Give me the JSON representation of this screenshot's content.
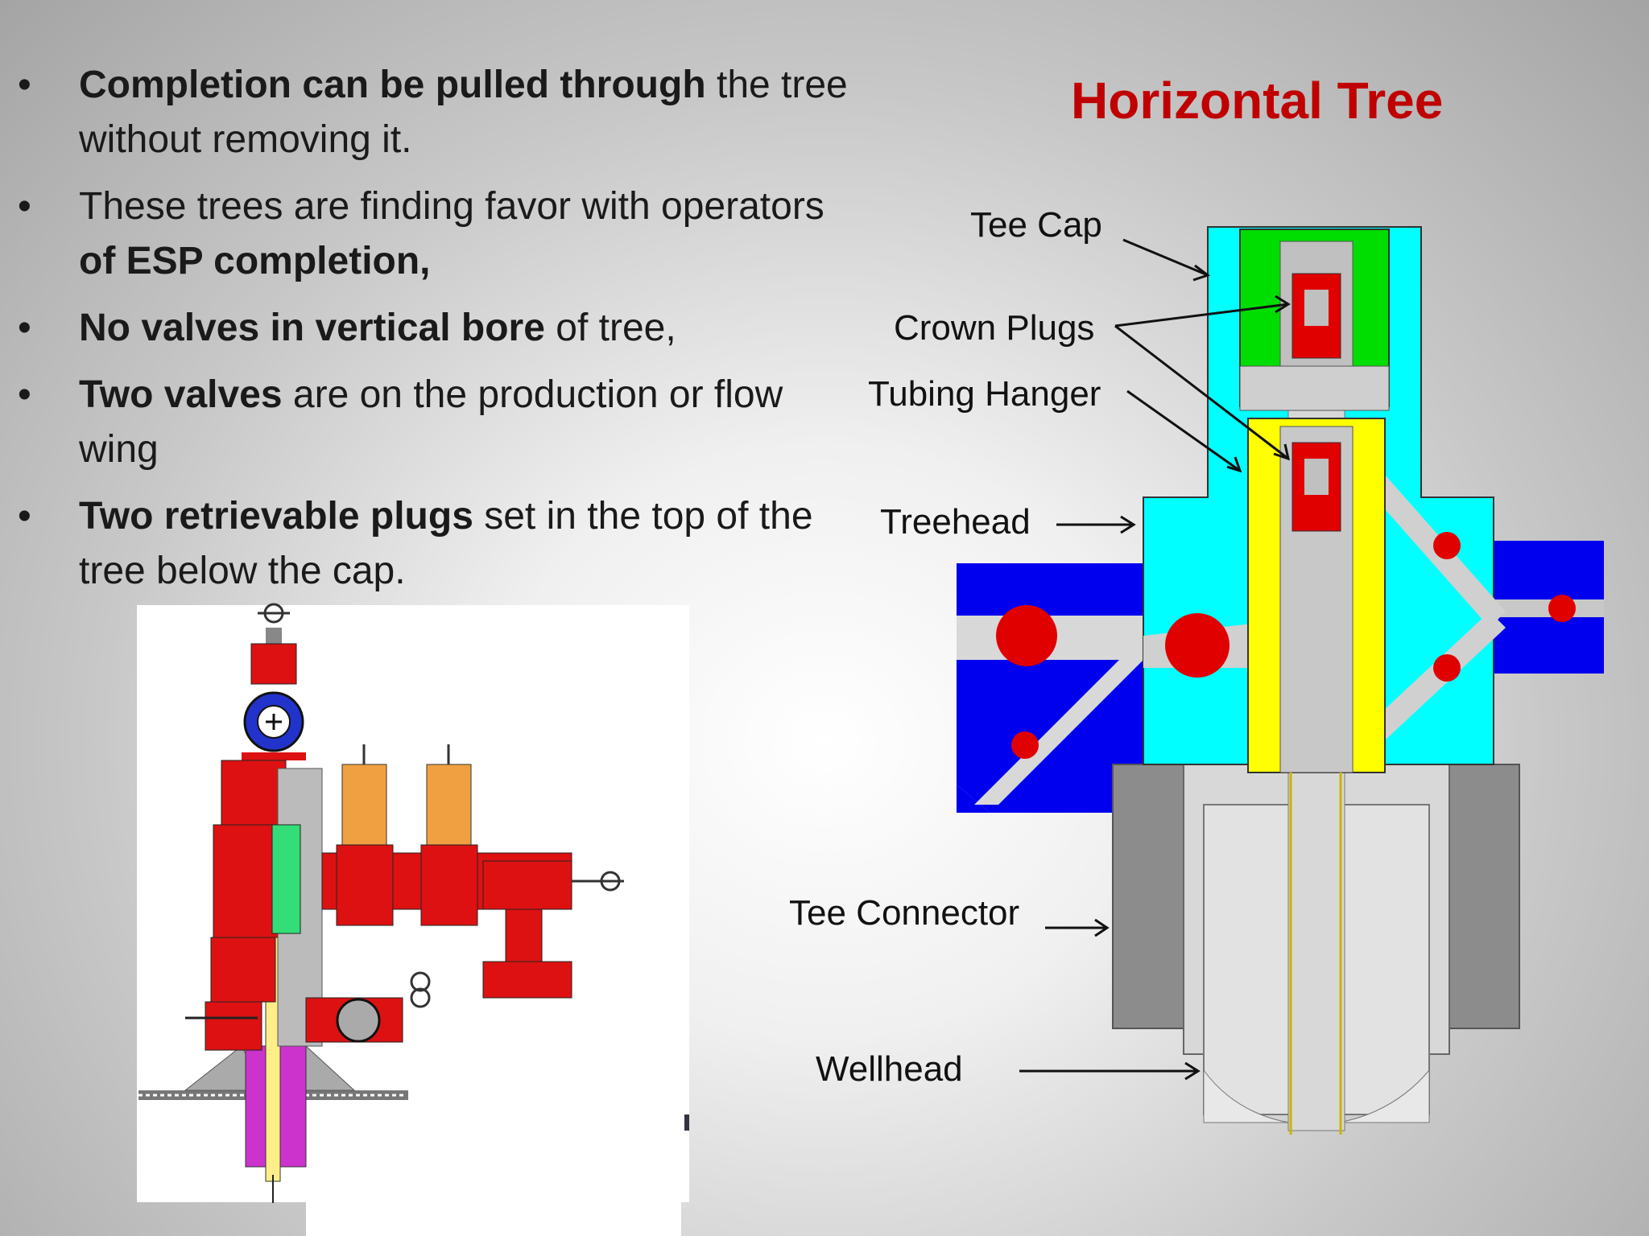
{
  "title": "Horizontal Tree",
  "bullets": [
    {
      "bold": "Completion can be pulled through",
      "text": " the tree without removing it."
    },
    {
      "text": "These trees are finding favor with operators ",
      "bold": "of ESP completion,"
    },
    {
      "bold": "No valves in vertical bore",
      "text": " of tree,"
    },
    {
      "bold": "Two valves",
      "text": " are on the production or flow wing"
    },
    {
      "bold": "Two retrievable plugs",
      "text": " set in the top of the tree below the cap."
    }
  ],
  "labels": {
    "tee_cap": "Tee Cap",
    "crown_plugs": "Crown Plugs",
    "tubing_hanger": "Tubing Hanger",
    "treehead": "Treehead",
    "tee_connector": "Tee Connector",
    "wellhead": "Wellhead"
  },
  "colors": {
    "title": "#c00000",
    "cyan": "#00ffff",
    "blue": "#0000ee",
    "green": "#00e000",
    "yellow": "#ffff00",
    "red": "#e00000"
  }
}
